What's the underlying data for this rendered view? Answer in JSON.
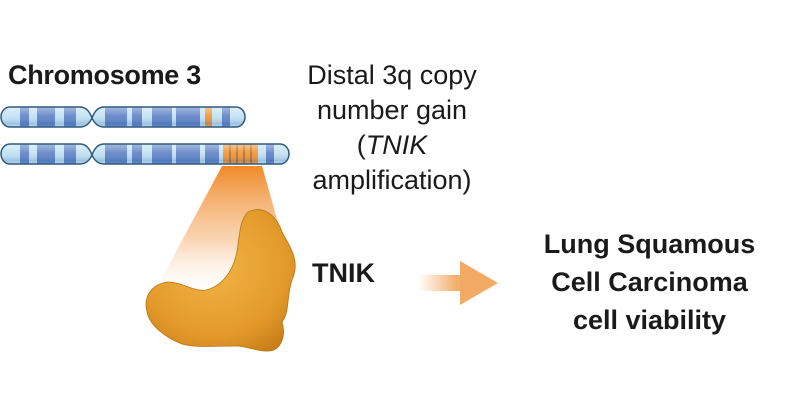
{
  "diagram": {
    "chromosome_title": "Chromosome 3",
    "gain_label": {
      "line1": "Distal 3q copy",
      "line2": "number gain",
      "line3_prefix": "(",
      "line3_gene": "TNIK",
      "line4": "amplification)"
    },
    "protein_label": "TNIK",
    "outcome_label": {
      "line1": "Lung Squamous",
      "line2": "Cell Carcinoma",
      "line3": "cell viability"
    },
    "colors": {
      "chromosome_fill": "#bfe0f2",
      "chromosome_band": "#5b7fc4",
      "chromosome_outline": "#2e5a7a",
      "amplified_band": "#f0922e",
      "protein": "#e8a030",
      "arrow": "#f4b070",
      "text": "#1a1a1a"
    },
    "chromosomes": [
      {
        "name": "normal-chromosome-3",
        "amplified_bands": 1
      },
      {
        "name": "amplified-chromosome-3",
        "amplified_bands": 5
      }
    ]
  }
}
